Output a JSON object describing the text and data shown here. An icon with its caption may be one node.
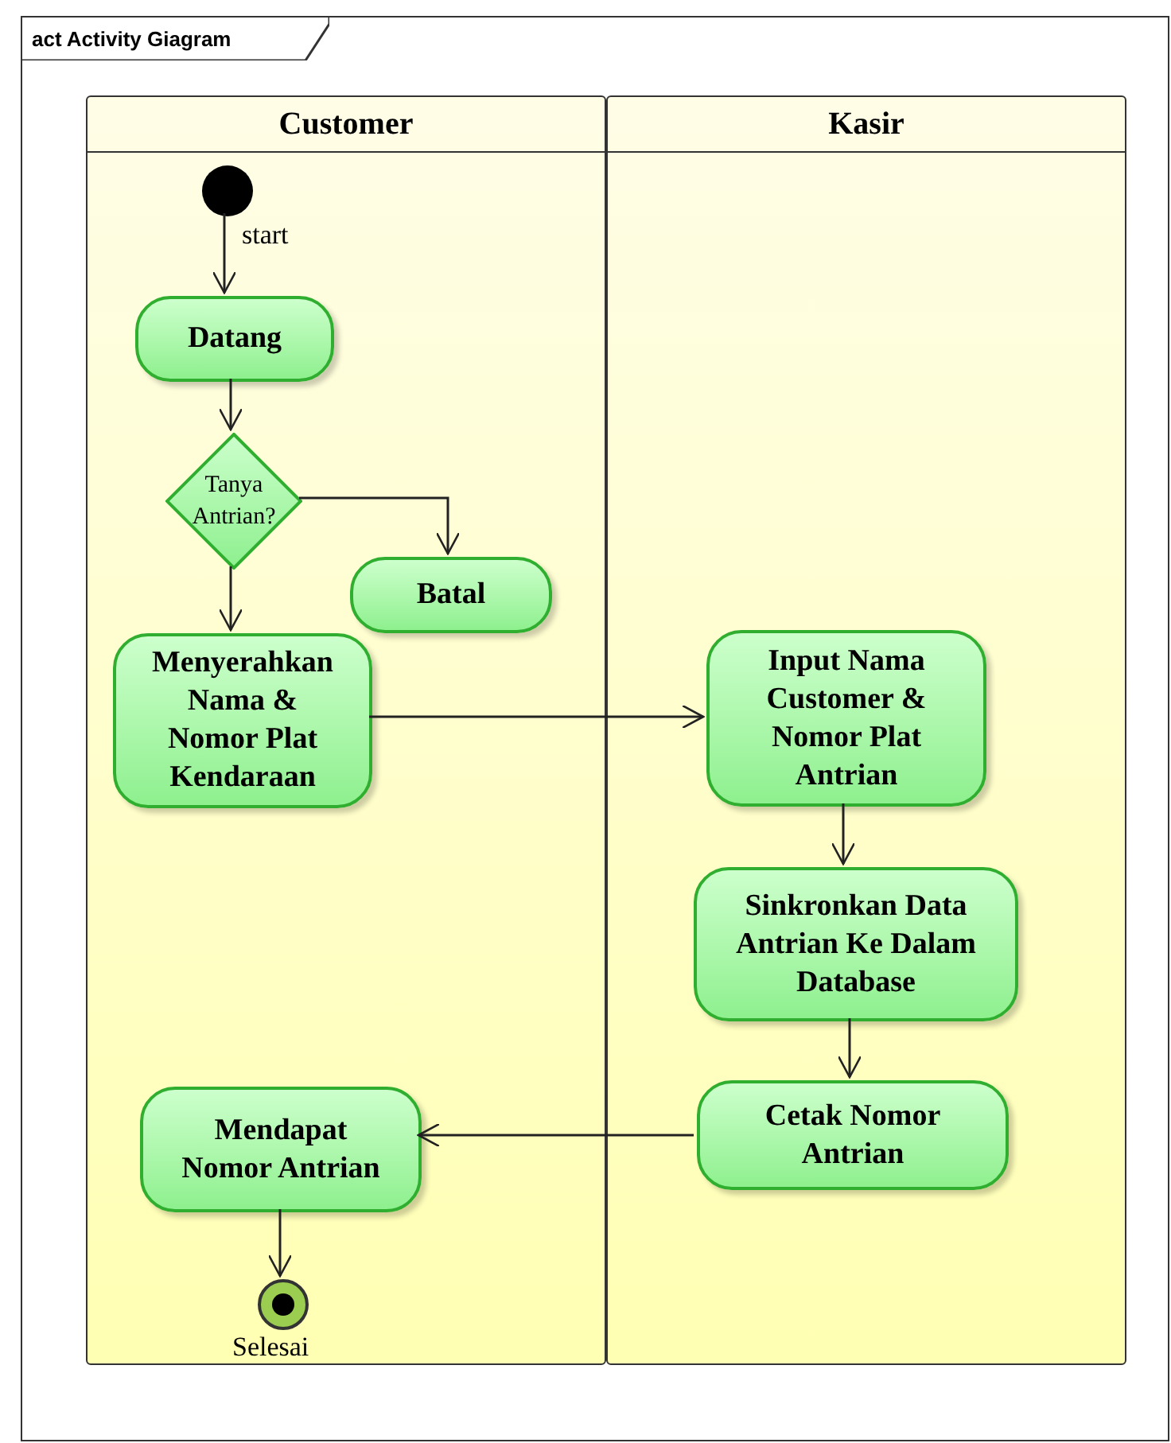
{
  "diagram": {
    "nodes": [
      {
        "text": [
          "act Activity Giagram"
        ]
      },
      {
        "text": [
          "Customer"
        ],
        "in": 0
      },
      {
        "text": [
          "Kasir"
        ],
        "in": 0
      },
      {
        "text": [],
        "shape": "circle",
        "in": 1,
        "beside": [
          "start"
        ]
      },
      {
        "text": [
          "Datang"
        ],
        "in": 1
      },
      {
        "text": [
          "Tanya Antrian?"
        ],
        "in": 1
      },
      {
        "text": [
          "Batal"
        ],
        "in": 1
      },
      {
        "text": [
          "Menyerahkan Nama & Nomor Plat Kendaraan"
        ],
        "in": 1
      },
      {
        "text": [
          "Input Nama Customer & Nomor Plat Antrian"
        ],
        "in": 2
      },
      {
        "text": [
          "Sinkronkan Data Antrian Ke Dalam Database"
        ],
        "in": 2
      },
      {
        "text": [
          "Cetak Nomor Antrian"
        ],
        "in": 2
      },
      {
        "text": [
          "Mendapat Nomor Antrian"
        ],
        "in": 1
      },
      {
        "text": [],
        "shape": "circle",
        "in": 1,
        "beside": [
          "Selesai"
        ]
      }
    ],
    "edges": [
      {
        "from": 3,
        "to": 4,
        "arrow": "to"
      },
      {
        "from": 4,
        "to": 5,
        "arrow": "to"
      },
      {
        "from": 5,
        "to": 6,
        "arrow": "to"
      },
      {
        "from": 5,
        "to": 7,
        "arrow": "to"
      },
      {
        "from": 7,
        "to": 8,
        "arrow": "to"
      },
      {
        "from": 8,
        "to": 9,
        "arrow": "to"
      },
      {
        "from": 9,
        "to": 10,
        "arrow": "to"
      },
      {
        "from": 10,
        "to": 11,
        "arrow": "to"
      },
      {
        "from": 11,
        "to": 12,
        "arrow": "to"
      }
    ]
  }
}
